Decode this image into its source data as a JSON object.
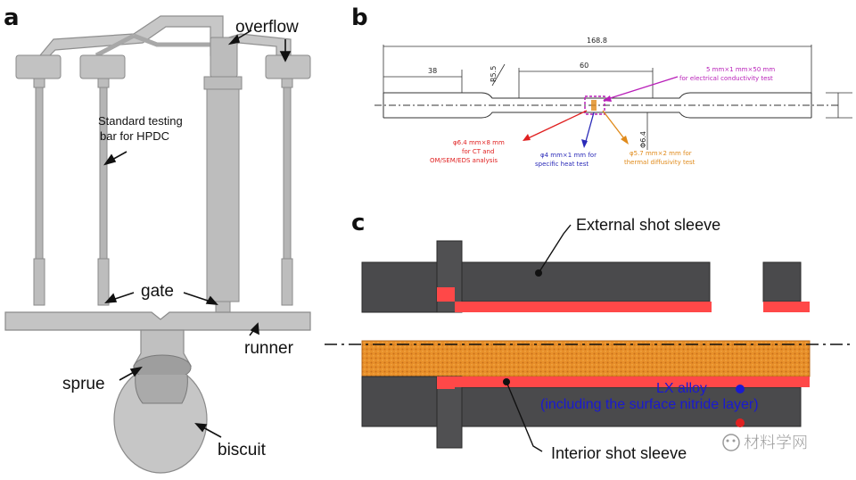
{
  "panels": {
    "a": "a",
    "b": "b",
    "c": "c"
  },
  "casting": {
    "overflow": "overflow",
    "testing_bar_line1": "Standard testing",
    "testing_bar_line2": "bar for HPDC",
    "gate": "gate",
    "runner": "runner",
    "sprue": "sprue",
    "biscuit": "biscuit"
  },
  "drawing": {
    "overall_length": "168.8",
    "left_length": "38",
    "gauge_length": "60",
    "radius": "R5.5",
    "diameter": "Φ6.4",
    "conductivity_line1": "5 mm×1 mm×50 mm",
    "conductivity_line2": "for electrical conductivity test",
    "ct_line1": "φ6.4 mm×8 mm",
    "ct_line2": "for CT and",
    "ct_line3": "OM/SEM/EDS analysis",
    "heat_line1": "φ4 mm×1 mm for",
    "heat_line2": "specific heat test",
    "diffusivity_line1": "φ5.7 mm×2 mm for",
    "diffusivity_line2": "thermal diffusivity test",
    "colors": {
      "magenta": "#b81fb8",
      "red": "#e02020",
      "blue": "#2a2ab8",
      "orange": "#e08a1a"
    }
  },
  "sleeve": {
    "external": "External shot sleeve",
    "interior": "Interior shot sleeve",
    "alloy_line1": "LX alloy",
    "alloy_line2": "(including the surface nitride layer)",
    "colors": {
      "steel": "#4a4a4c",
      "nitride": "#ff4848",
      "alloy": "#e8902a",
      "alloy_label": "#1a1ad0"
    }
  },
  "watermark": "材料学网"
}
